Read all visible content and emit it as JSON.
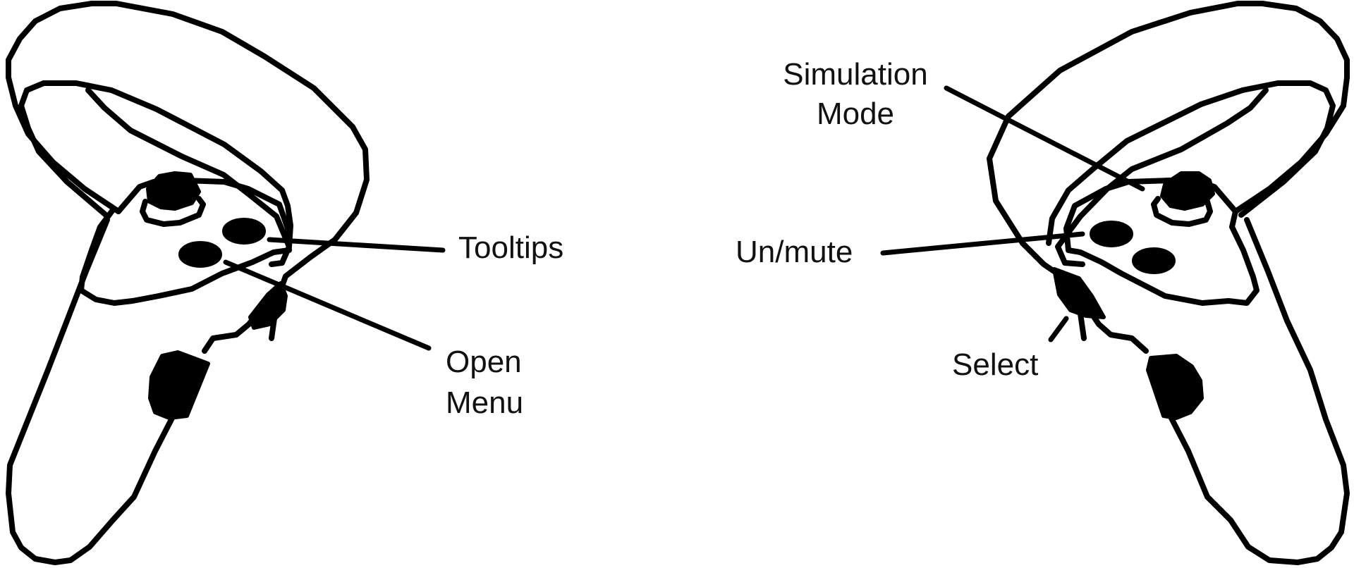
{
  "diagram": {
    "left_controller": {
      "labels": {
        "tooltips": "Tooltips",
        "open_menu_line1": "Open",
        "open_menu_line2": "Menu"
      }
    },
    "right_controller": {
      "labels": {
        "simulation_mode_line1": "Simulation",
        "simulation_mode_line2": "Mode",
        "unmute": "Un/mute",
        "select": "Select"
      }
    },
    "colors": {
      "outline": "#000000",
      "background": "#ffffff",
      "label_text": "#111111"
    }
  }
}
